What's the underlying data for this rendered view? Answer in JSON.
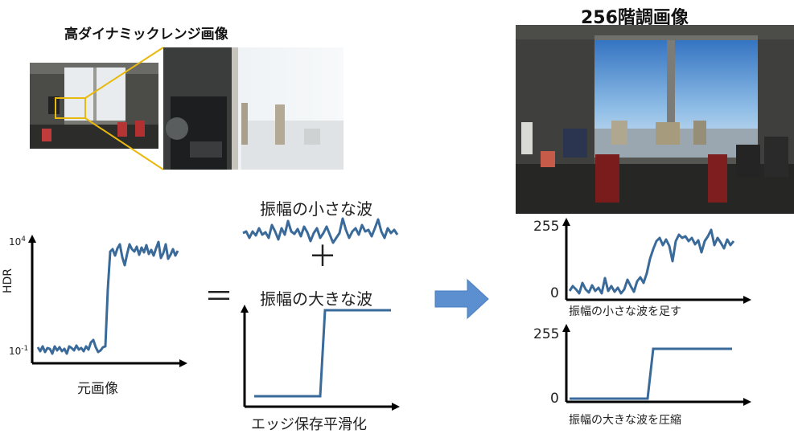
{
  "hdr_title": "高ダイナミックレンジ画像",
  "ldr_title": "256階調画像",
  "original": {
    "ylabel": "HDR",
    "ytick_top_base": "10",
    "ytick_top_exp": "4",
    "ytick_bottom_base": "10",
    "ytick_bottom_exp": "-1",
    "caption": "元画像"
  },
  "small_wave_label": "振幅の小さな波",
  "large_wave_label": "振幅の大きな波",
  "plus_sign": "＋",
  "equals_sign": "＝",
  "edge_caption": "エッジ保存平滑化",
  "result_top": {
    "ytick_top": "255",
    "ytick_bottom": "0",
    "caption": "振幅の小さな波を足す"
  },
  "result_bottom": {
    "ytick_top": "255",
    "ytick_bottom": "0",
    "caption": "振幅の大きな波を圧縮"
  },
  "colors": {
    "line": "#3a6a99",
    "zoom": "#e8b90e",
    "arrow": "#5b8fcf",
    "axis": "#000000"
  }
}
